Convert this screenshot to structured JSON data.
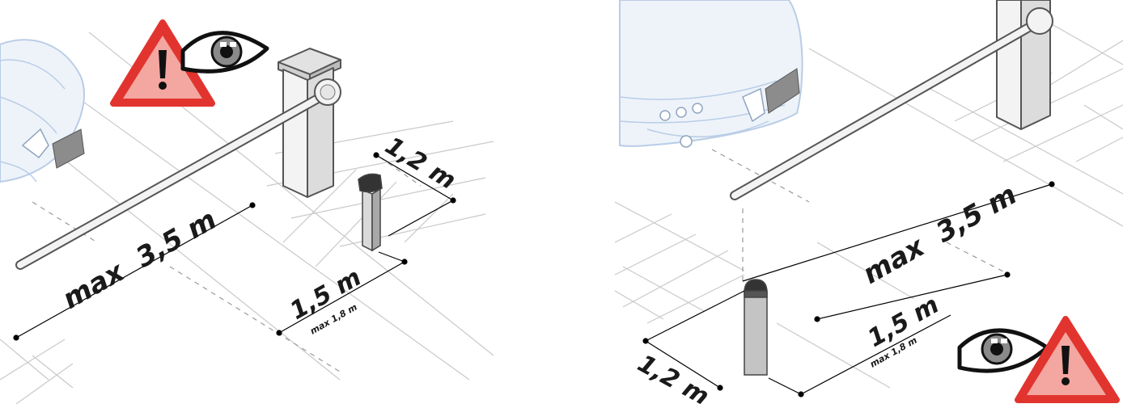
{
  "colors": {
    "grid": "#c9c9c9",
    "grid_dashed": "#9a9a9a",
    "car_outline": "#b9cde6",
    "car_fill": "#eef3fa",
    "barrier_fill": "#f3f3f3",
    "barrier_stroke": "#555555",
    "post_body": "#bfbfbf",
    "post_head": "#333333",
    "warning_red": "#e2342f",
    "warning_fill": "#f4a6a0",
    "eye_iris": "#8a8a8a",
    "dim_line": "#000000"
  },
  "icons": [
    "warning-triangle-icon",
    "eye-icon"
  ],
  "left_diagram": {
    "beam_length_label": "max  3,5 m",
    "post_depth_label": "1,2 m",
    "post_distance_label": "1,5 m",
    "post_distance_max_label": "max 1,8 m"
  },
  "right_diagram": {
    "beam_length_label": "max  3,5 m",
    "post_depth_label": "1,2 m",
    "post_distance_label": "1,5 m",
    "post_distance_max_label": "max 1,8 m"
  }
}
